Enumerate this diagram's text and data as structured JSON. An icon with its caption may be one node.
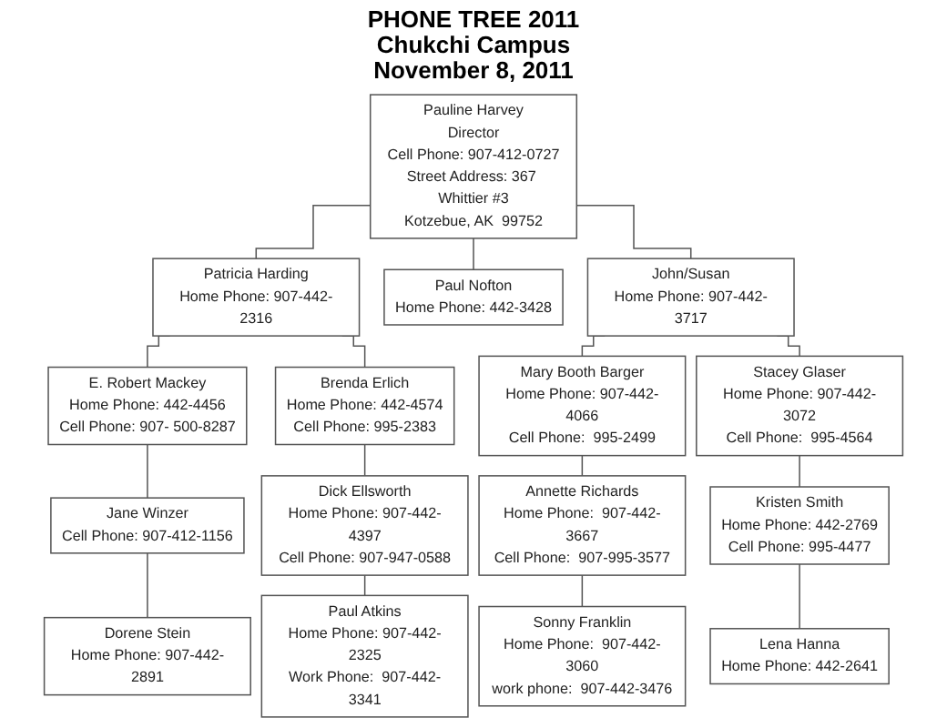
{
  "diagram": {
    "title": "PHONE TREE 2011 Chukchi Campus November 8, 2011",
    "nodes": [
      {
        "text": [
          "Pauline Harvey",
          "Director",
          "Cell Phone: 907-412-0727",
          "Street Address: 367 Whittier #3",
          "Kotzebue, AK  99752"
        ]
      },
      {
        "text": [
          "Patricia Harding",
          "Home Phone: 907-442-2316"
        ]
      },
      {
        "text": [
          "Paul Nofton",
          "Home Phone:  442-3428"
        ]
      },
      {
        "text": [
          "John/Susan",
          "Home Phone: 907-442-3717"
        ]
      },
      {
        "text": [
          "E. Robert Mackey",
          "Home Phone:  442-4456",
          "Cell Phone: 907- 500-8287"
        ]
      },
      {
        "text": [
          "Brenda Erlich",
          "Home Phone:  442-4574",
          "Cell Phone: 995-2383"
        ]
      },
      {
        "text": [
          "Mary Booth Barger",
          "Home Phone: 907-442-4066",
          "Cell Phone:  995-2499"
        ]
      },
      {
        "text": [
          "Stacey Glaser",
          "Home Phone: 907-442-3072",
          "Cell Phone:  995-4564"
        ]
      },
      {
        "text": [
          "Jane Winzer",
          "Cell Phone: 907-412-1156"
        ]
      },
      {
        "text": [
          "Dick Ellsworth",
          "Home Phone: 907-442-4397",
          "Cell Phone: 907-947-0588"
        ]
      },
      {
        "text": [
          "Annette Richards",
          "Home Phone:  907-442-3667",
          "Cell Phone:  907-995-3577"
        ]
      },
      {
        "text": [
          "Kristen Smith",
          "Home Phone:  442-2769",
          "Cell Phone: 995-4477"
        ]
      },
      {
        "text": [
          "Dorene Stein",
          "Home Phone: 907-442-2891"
        ]
      },
      {
        "text": [
          "Paul Atkins",
          "Home Phone: 907-442-2325",
          "Work Phone:  907-442-3341"
        ]
      },
      {
        "text": [
          "Sonny Franklin",
          "Home Phone:  907-442-3060",
          "work phone:  907-442-3476"
        ]
      },
      {
        "text": [
          "Lena Hanna",
          "Home Phone:  442-2641"
        ]
      }
    ],
    "edges": [
      {
        "from": 0,
        "to": 1,
        "arrow": "none"
      },
      {
        "from": 0,
        "to": 2,
        "arrow": "none"
      },
      {
        "from": 0,
        "to": 3,
        "arrow": "none"
      },
      {
        "from": 1,
        "to": 4,
        "arrow": "none"
      },
      {
        "from": 1,
        "to": 5,
        "arrow": "none"
      },
      {
        "from": 3,
        "to": 6,
        "arrow": "none"
      },
      {
        "from": 3,
        "to": 7,
        "arrow": "none"
      },
      {
        "from": 4,
        "to": 8,
        "arrow": "none"
      },
      {
        "from": 5,
        "to": 9,
        "arrow": "none"
      },
      {
        "from": 6,
        "to": 10,
        "arrow": "none"
      },
      {
        "from": 7,
        "to": 11,
        "arrow": "none"
      },
      {
        "from": 8,
        "to": 12,
        "arrow": "none"
      },
      {
        "from": 9,
        "to": 13,
        "arrow": "none"
      },
      {
        "from": 10,
        "to": 14,
        "arrow": "none"
      },
      {
        "from": 11,
        "to": 15,
        "arrow": "none"
      }
    ]
  }
}
